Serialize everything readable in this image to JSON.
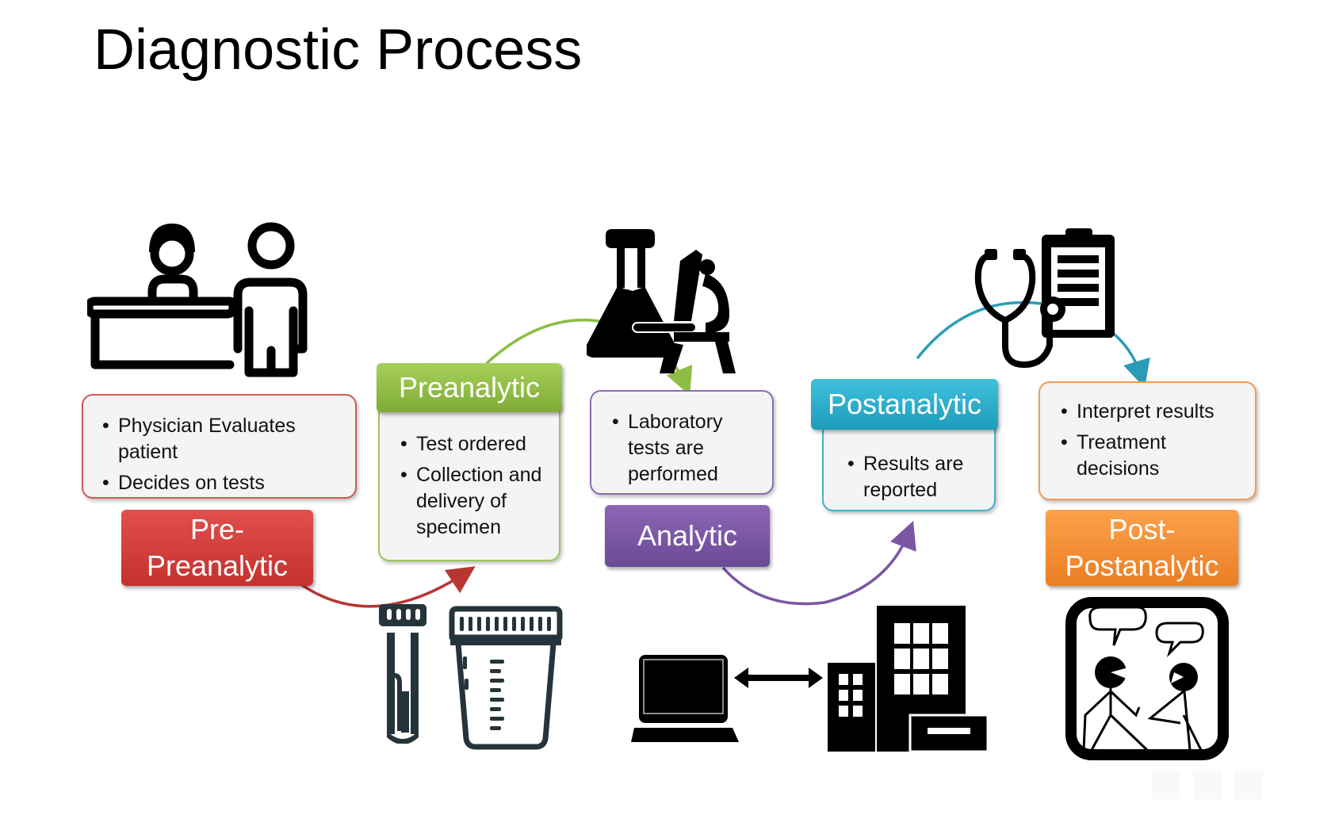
{
  "slide": {
    "title": "Diagnostic Process"
  },
  "stages": [
    {
      "id": "pre-preanalytic",
      "label_line1": "Pre-",
      "label_line2": "Preanalytic",
      "color": "#d13f3b",
      "bullets": [
        "Physician Evaluates patient",
        "Decides on tests"
      ],
      "icon": "reception-desk-icon"
    },
    {
      "id": "preanalytic",
      "label": "Preanalytic",
      "color": "#8dbd45",
      "bullets": [
        "Test ordered",
        "Collection and delivery of specimen"
      ],
      "icon": "specimen-tube-and-cup-icon"
    },
    {
      "id": "analytic",
      "label": "Analytic",
      "color": "#7a56a3",
      "bullets": [
        "Laboratory tests are performed"
      ],
      "icon": "flask-microscope-icon"
    },
    {
      "id": "postanalytic",
      "label": "Postanalytic",
      "color": "#2aaccb",
      "bullets": [
        "Results are reported"
      ],
      "icon": "laptop-hospital-icon"
    },
    {
      "id": "post-postanalytic",
      "label_line1": "Post-",
      "label_line2": "Postanalytic",
      "color": "#f28b32",
      "bullets": [
        "Interpret results",
        "Treatment decisions"
      ],
      "icon": "consultation-icon"
    }
  ],
  "connectors": [
    {
      "from": "pre-preanalytic",
      "to": "preanalytic",
      "color": "#b83632"
    },
    {
      "from": "preanalytic",
      "to": "analytic",
      "color": "#8dbd45"
    },
    {
      "from": "analytic",
      "to": "postanalytic",
      "color": "#7a56a3"
    },
    {
      "from": "postanalytic",
      "to": "post-postanalytic",
      "color": "#2aaccb"
    }
  ]
}
